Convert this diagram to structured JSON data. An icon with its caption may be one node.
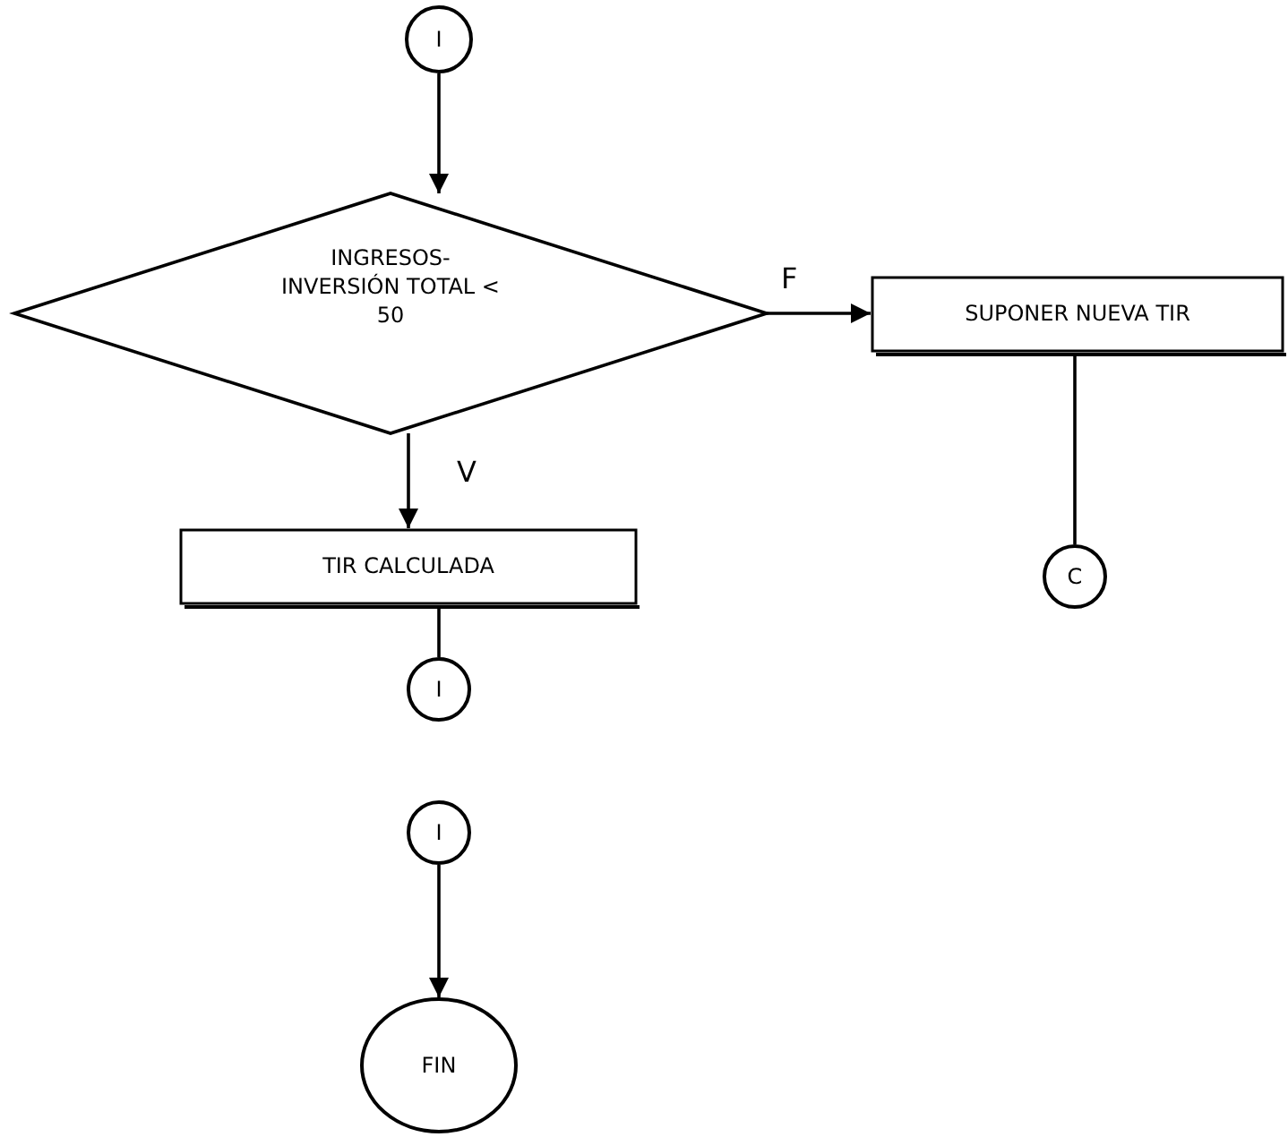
{
  "diagram": {
    "nodes": [
      {
        "text": [
          "I"
        ]
      },
      {
        "text": [
          "INGRESOS- INVERSIÓN TOTAL < 50"
        ]
      },
      {
        "text": [
          "SUPONER NUEVA TIR"
        ]
      },
      {
        "text": [
          "C"
        ]
      },
      {
        "text": [
          "TIR CALCULADA"
        ]
      },
      {
        "text": [
          "I"
        ]
      },
      {
        "text": [
          "I"
        ]
      },
      {
        "text": [
          "FIN"
        ]
      }
    ],
    "edges": [
      {
        "from": 0,
        "to": 1,
        "arrow": "to"
      },
      {
        "from": 1,
        "to": 2,
        "arrow": "to",
        "label": "F"
      },
      {
        "from": 2,
        "to": 3,
        "arrow": "none"
      },
      {
        "from": 1,
        "to": 4,
        "arrow": "to",
        "label": "V"
      },
      {
        "from": 4,
        "to": 5,
        "arrow": "none"
      },
      {
        "from": 6,
        "to": 7,
        "arrow": "to"
      }
    ]
  }
}
